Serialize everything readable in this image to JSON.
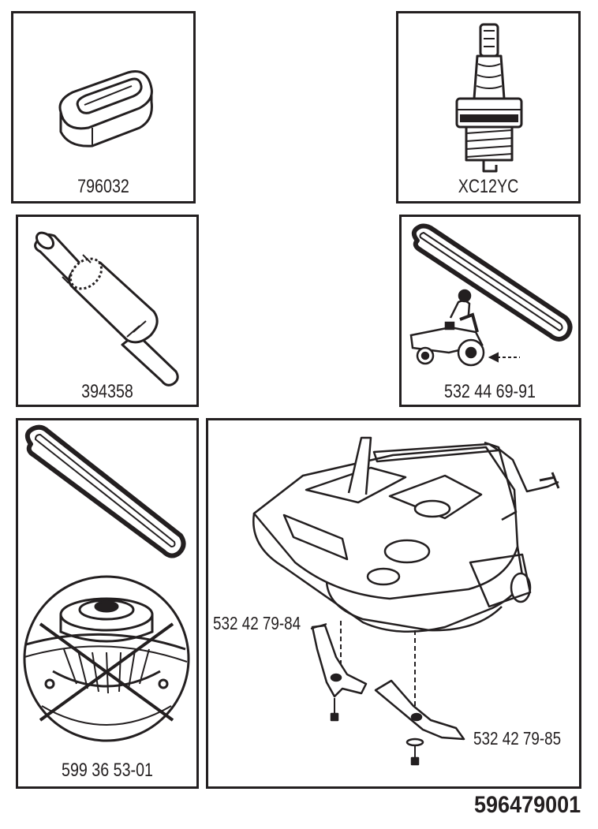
{
  "parts": [
    {
      "id": "air-filter",
      "part_number": "796032"
    },
    {
      "id": "spark-plug",
      "part_number": "XC12YC"
    },
    {
      "id": "fuel-filter",
      "part_number": "394358"
    },
    {
      "id": "drive-belt",
      "part_number": "532 44 69-91"
    },
    {
      "id": "deck-belt-pulley",
      "part_number": "599 36 53-01"
    }
  ],
  "deck_panel": {
    "blade_left_part_number": "532 42 79-84",
    "blade_right_part_number": "532 42 79-85"
  },
  "document_number": "596479001",
  "colors": {
    "ink": "#231f20",
    "paper": "#ffffff"
  },
  "icons": [
    "air-filter-icon",
    "spark-plug-icon",
    "fuel-filter-icon",
    "drive-belt-icon",
    "lawn-tractor-icon",
    "deck-belt-icon",
    "pulley-icon",
    "mower-deck-icon",
    "blade-icon"
  ]
}
